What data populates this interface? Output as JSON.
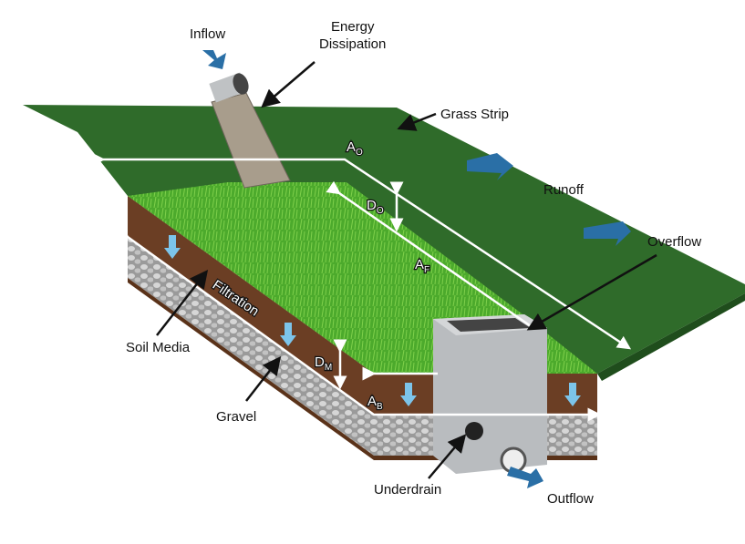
{
  "title_labels": {
    "inflow": "Inflow",
    "energy_dissipation_1": "Energy",
    "energy_dissipation_2": "Dissipation",
    "grass_strip": "Grass  Strip",
    "runoff": "Runoff",
    "overflow": "Overflow",
    "filtration": "Filtration",
    "soil_media": "Soil Media",
    "gravel": "Gravel",
    "underdrain": "Underdrain",
    "outflow": "Outflow"
  },
  "dimensions": {
    "ao": {
      "main": "A",
      "sub": "O"
    },
    "do": {
      "main": "D",
      "sub": "O"
    },
    "af": {
      "main": "A",
      "sub": "F"
    },
    "dm": {
      "main": "D",
      "sub": "M"
    },
    "ab": {
      "main": "A",
      "sub": "B"
    }
  },
  "colors": {
    "grass_strip": "#2f6b2a",
    "filter_grass": "#4caa2c",
    "soil": "#6b3e24",
    "gravel": "#b8b8b8",
    "flow_arrow": "#2a6fa6",
    "water_arrow": "#7cc4ea",
    "structure": "#b9bcbf"
  }
}
